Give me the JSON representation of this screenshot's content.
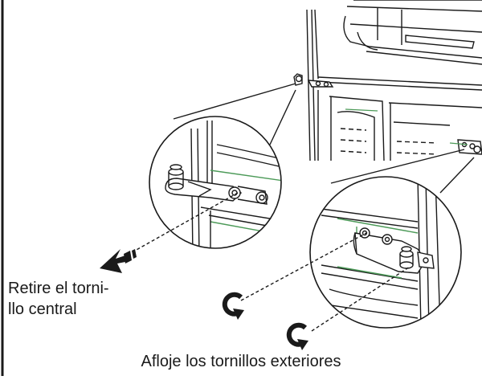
{
  "labels": {
    "remove_line1": "Retire el torni-",
    "remove_line2": "llo central",
    "loosen": "Afloje los tornillos exteriores"
  },
  "icons": {
    "remove_arrow": "dashed-arrow-left-icon",
    "rotate": "counterclockwise-rotate-icon"
  },
  "colors": {
    "line": "#1a1a1a",
    "accent_green": "#4c9a58",
    "shelf_grey": "#d9d9d9",
    "background": "#ffffff"
  }
}
